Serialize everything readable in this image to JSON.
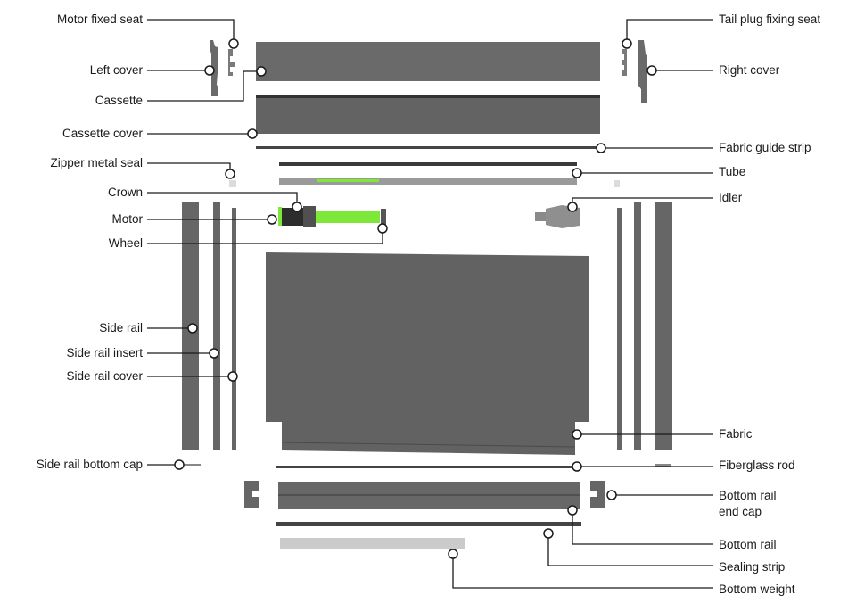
{
  "labels_left": {
    "motor_fixed_seat": "Motor fixed seat",
    "left_cover": "Left cover",
    "cassette": "Cassette",
    "cassette_cover": "Cassette cover",
    "zipper_metal_seal": "Zipper metal seal",
    "crown": "Crown",
    "motor": "Motor",
    "wheel": "Wheel",
    "side_rail": "Side rail",
    "side_rail_insert": "Side rail insert",
    "side_rail_cover": "Side rail cover",
    "side_rail_bottom_cap": "Side rail bottom cap"
  },
  "labels_right": {
    "tail_plug_fixing_seat": "Tail plug fixing seat",
    "right_cover": "Right cover",
    "fabric_guide_strip": "Fabric guide strip",
    "tube": "Tube",
    "idler": "Idler",
    "fabric": "Fabric",
    "fiberglass_rod": "Fiberglass rod",
    "bottom_rail_end_cap_line1": "Bottom rail",
    "bottom_rail_end_cap_line2": "end cap",
    "bottom_rail": "Bottom rail",
    "sealing_strip": "Sealing strip",
    "bottom_weight": "Bottom weight"
  },
  "colors": {
    "part_gray": "#676767",
    "part_dark": "#3a3a3a",
    "motor_green": "#7ee83a",
    "weight_light": "#cbcbcb",
    "leader": "#1a1a1a"
  }
}
